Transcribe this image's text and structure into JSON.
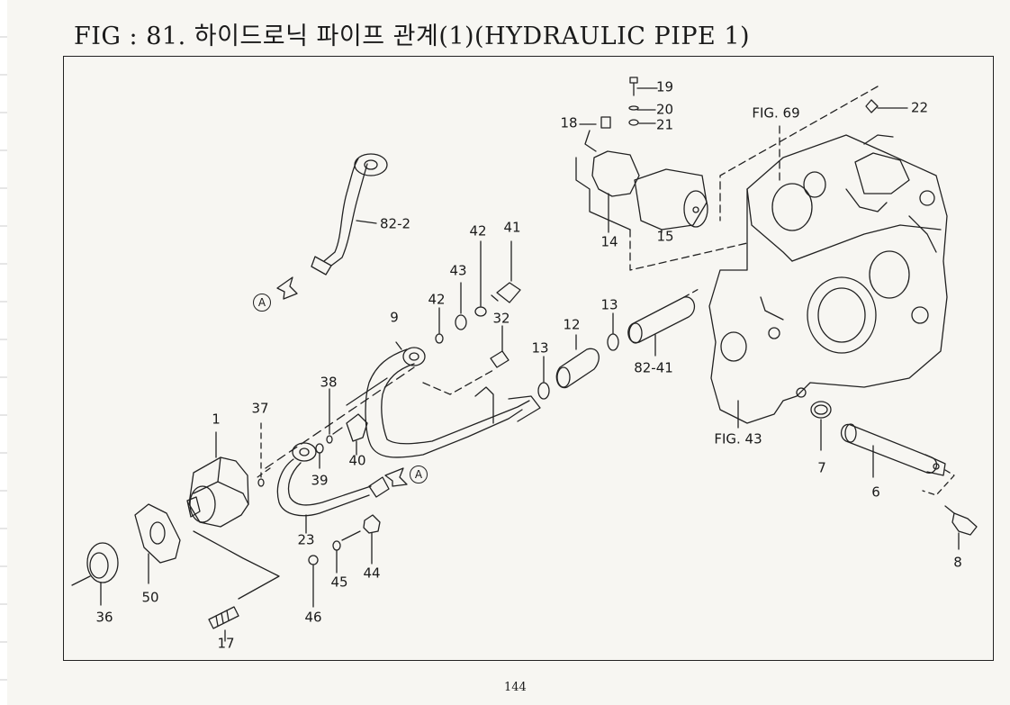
{
  "title": "FIG : 81. 하이드로닉 파이프 관계(1)(HYDRAULIC PIPE 1)",
  "page_number": "144",
  "callouts": {
    "c19": "19",
    "c20": "20",
    "c21": "21",
    "c18": "18",
    "c22": "22",
    "fig69": "FIG. 69",
    "c14": "14",
    "c15": "15",
    "c82_2": "82-2",
    "c42a": "42",
    "c41": "41",
    "c43": "43",
    "c42b": "42",
    "c32": "32",
    "c9": "9",
    "c12": "12",
    "c13a": "13",
    "c13b": "13",
    "c82_41": "82-41",
    "c38": "38",
    "c37": "37",
    "c1": "1",
    "c39": "39",
    "c40": "40",
    "fig43": "FIG. 43",
    "c7": "7",
    "c6": "6",
    "c8": "8",
    "c23": "23",
    "c45": "45",
    "c44": "44",
    "c46": "46",
    "c36": "36",
    "c50": "50",
    "c17": "17"
  },
  "markers": {
    "a_top": "A",
    "a_mid": "A"
  }
}
